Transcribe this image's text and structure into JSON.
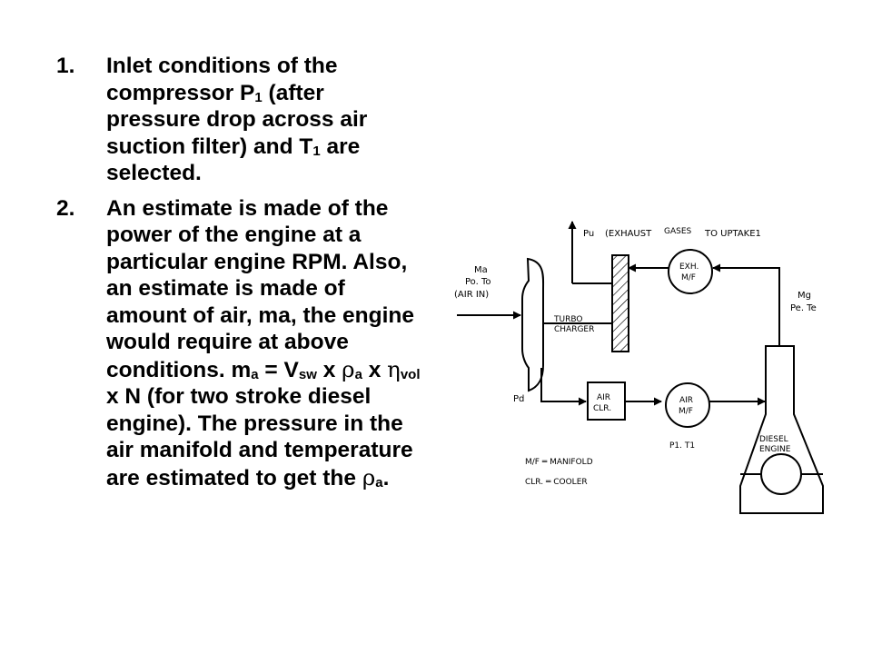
{
  "items": [
    {
      "number": "1.",
      "lines": {
        "a": "Inlet conditions of the",
        "b_pre": "compressor P",
        "b_sub": "1",
        "b_post": " (after",
        "c": "pressure drop across air",
        "d_pre": "suction filter) and T",
        "d_sub": "1",
        "d_post": " are",
        "e": "selected."
      }
    },
    {
      "number": "2.",
      "text": "An estimate is made of the power of the engine at a particular engine RPM. Also, an estimate is made of amount of air, ma, the engine would require at above conditions.",
      "formula": {
        "m": "m",
        "m_sub": "a",
        "eq": " = V",
        "v_sub": "sw",
        "x1": " x ",
        "rho": "ρ",
        "rho_sub": "a",
        "x2": " x ",
        "eta": "η",
        "eta_sub": "vol",
        "tail": " x N (for two stroke diesel engine)."
      },
      "closing_pre": "The pressure in the air manifold and temperature are estimated to get the ",
      "closing_rho": "ρ",
      "closing_sub": "a",
      "closing_post": "."
    }
  ],
  "diagram": {
    "pu_label": "Pu",
    "exhaust_label": "(EXHAUST",
    "gases_label": "GASES",
    "to_uptake_label": "TO  UPTAKE1",
    "ma_label": "Ma",
    "po_to_label": "Po. To",
    "air_in_label": "(AIR IN)",
    "turbo_label_1": "TURBO",
    "turbo_label_2": "CHARGER",
    "exh_mf_label_1": "EXH.",
    "exh_mf_label_2": "M/F",
    "mg_label": "Mg",
    "pe_te_label": "Pe. Te",
    "pd_label": "Pd",
    "air_clr_label_1": "AIR",
    "air_clr_label_2": "CLR.",
    "air_mf_label_1": "AIR",
    "air_mf_label_2": "M/F",
    "p1t1_label": "P1. T1",
    "diesel_label_1": "DIESEL",
    "diesel_label_2": "ENGINE",
    "legend_1": "M/F  ═  MANIFOLD",
    "legend_2": "CLR. ═  COOLER"
  }
}
